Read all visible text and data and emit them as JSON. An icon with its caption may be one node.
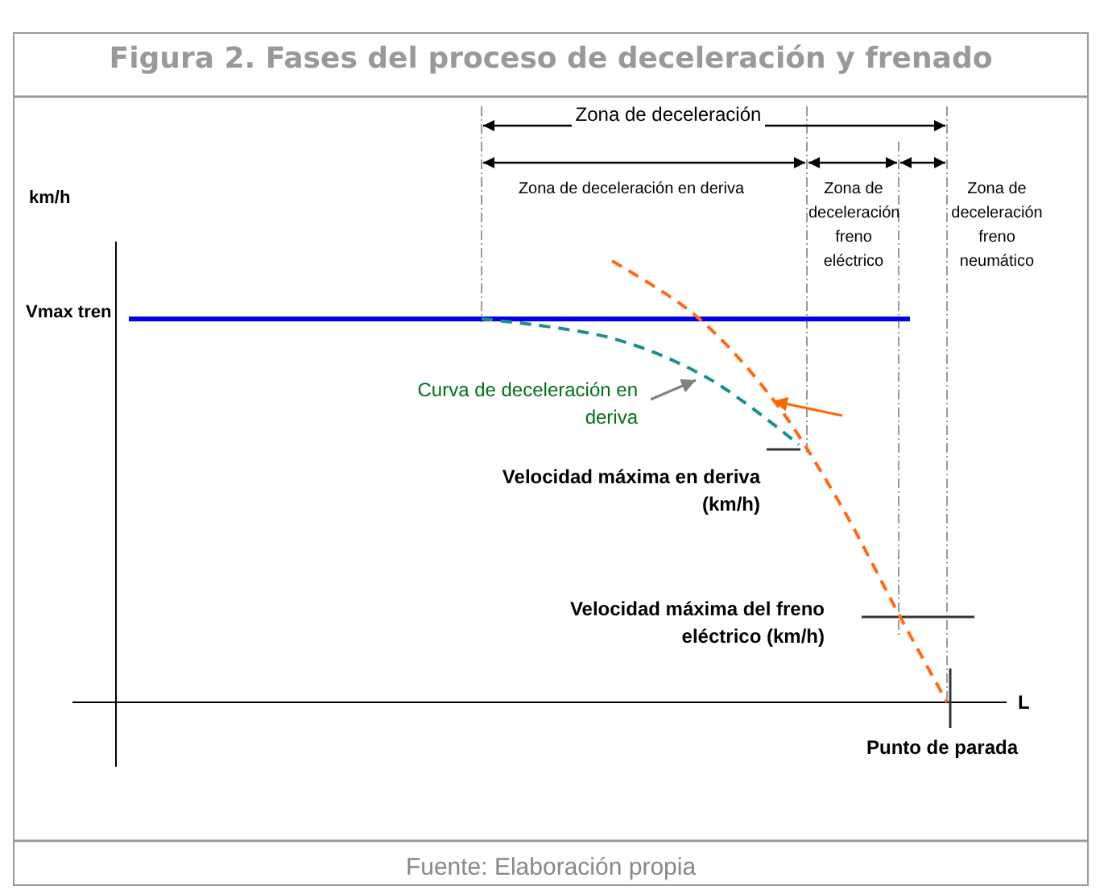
{
  "diagram": {
    "title": "Figura 2. Fases del proceso de deceleración y frenado",
    "caption": "Fuente: Elaboración propia",
    "nodes": [
      {
        "text": [
          "Curva de deceleración en deriva"
        ]
      },
      {
        "text": [],
        "shape": "curve"
      },
      {
        "text": [],
        "shape": "curve"
      }
    ],
    "edges": [
      {
        "from": 0,
        "to": 1,
        "arrow": "to",
        "color": "#808080"
      },
      {
        "from": null,
        "to": 2,
        "arrow": "to",
        "color": "#ff6600"
      }
    ],
    "labels": [
      "Zona de deceleración",
      "Zona de deceleración en deriva",
      "Zona de deceleración freno eléctrico",
      "Zona de deceleración freno neumático",
      "km/h",
      "Vmax tren",
      "Velocidad máxima en deriva (km/h)",
      "Velocidad máxima del freno eléctrico (km/h)",
      "L",
      "Punto de parada"
    ]
  }
}
